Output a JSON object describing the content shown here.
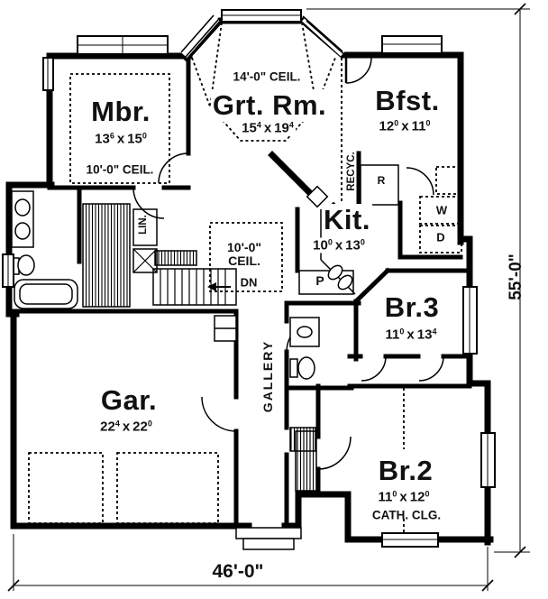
{
  "plan": {
    "rooms": {
      "mbr": {
        "name": "Mbr.",
        "dim_a": "13",
        "dim_a_sup": "6",
        "dim_b": "15",
        "dim_b_sup": "0",
        "note": "10'-0\" CEIL."
      },
      "grt": {
        "name": "Grt. Rm.",
        "ceil": "14'-0\" CEIL.",
        "dim_a": "15",
        "dim_a_sup": "4",
        "dim_b": "19",
        "dim_b_sup": "4"
      },
      "bfst": {
        "name": "Bfst.",
        "dim_a": "12",
        "dim_a_sup": "0",
        "dim_b": "11",
        "dim_b_sup": "0"
      },
      "kit": {
        "name": "Kit.",
        "dim_a": "10",
        "dim_a_sup": "0",
        "dim_b": "13",
        "dim_b_sup": "0"
      },
      "br3": {
        "name": "Br.3",
        "dim_a": "11",
        "dim_a_sup": "0",
        "dim_b": "13",
        "dim_b_sup": "4"
      },
      "br2": {
        "name": "Br.2",
        "dim_a": "11",
        "dim_a_sup": "0",
        "dim_b": "12",
        "dim_b_sup": "0",
        "note": "CATH. CLG."
      },
      "gar": {
        "name": "Gar.",
        "dim_a": "22",
        "dim_a_sup": "4",
        "dim_b": "22",
        "dim_b_sup": "0"
      }
    },
    "labels": {
      "times": "x",
      "hall_ceiling_1": "10'-0\"",
      "hall_ceiling_2": "CEIL.",
      "stairs_down": "DN",
      "gallery": "GALLERY",
      "linen": "LIN.",
      "recycling": "RECYC.",
      "refrigerator": "R",
      "washer": "W",
      "dryer": "D",
      "pantry": "P"
    },
    "dimensions": {
      "overall_width": "46'-0\"",
      "overall_depth": "55'-0\""
    },
    "colors": {
      "line": "#000000",
      "paper": "#ffffff"
    }
  }
}
